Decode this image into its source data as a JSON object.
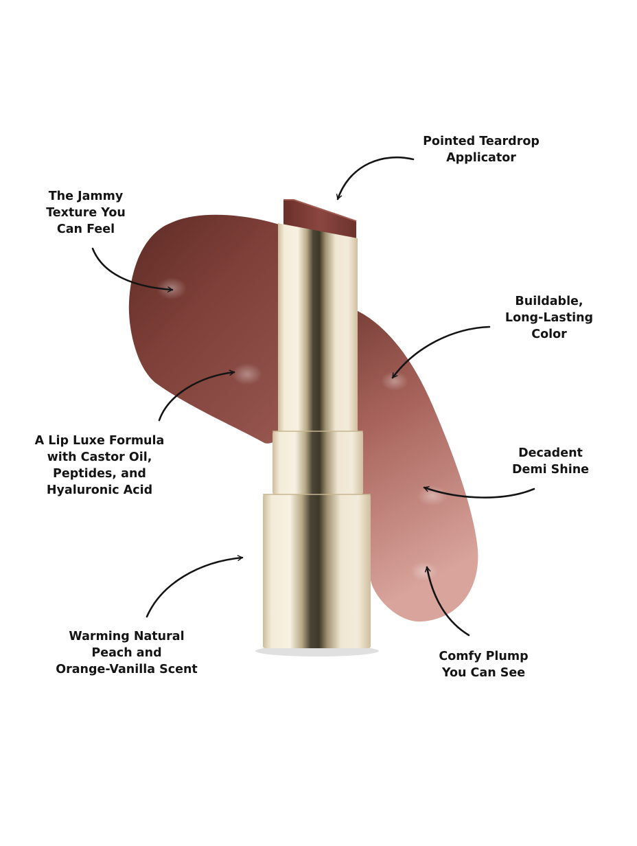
{
  "callouts": {
    "applicator": [
      "Pointed Teardrop",
      "Applicator"
    ],
    "texture": [
      "The Jammy",
      "Texture You",
      "Can Feel"
    ],
    "color": [
      "Buildable,",
      "Long-Lasting",
      "Color"
    ],
    "formula": [
      "A Lip Luxe Formula",
      "with Castor Oil,",
      "Peptides, and",
      "Hyaluronic Acid"
    ],
    "shine": [
      "Decadent",
      "Demi Shine"
    ],
    "scent": [
      "Warming Natural",
      "Peach and",
      "Orange-Vanilla Scent"
    ],
    "plump": [
      "Comfy Plump",
      "You Can See"
    ]
  },
  "colors": {
    "background": "#ffffff",
    "text": "#141414",
    "swatch_dark": "#6e362f",
    "swatch_mid": "#8e4f48",
    "swatch_light": "#c98f88",
    "bullet": "#7b3a33",
    "tube_gold": "#e9dcc1",
    "tube_shadow": "#4a4434"
  }
}
